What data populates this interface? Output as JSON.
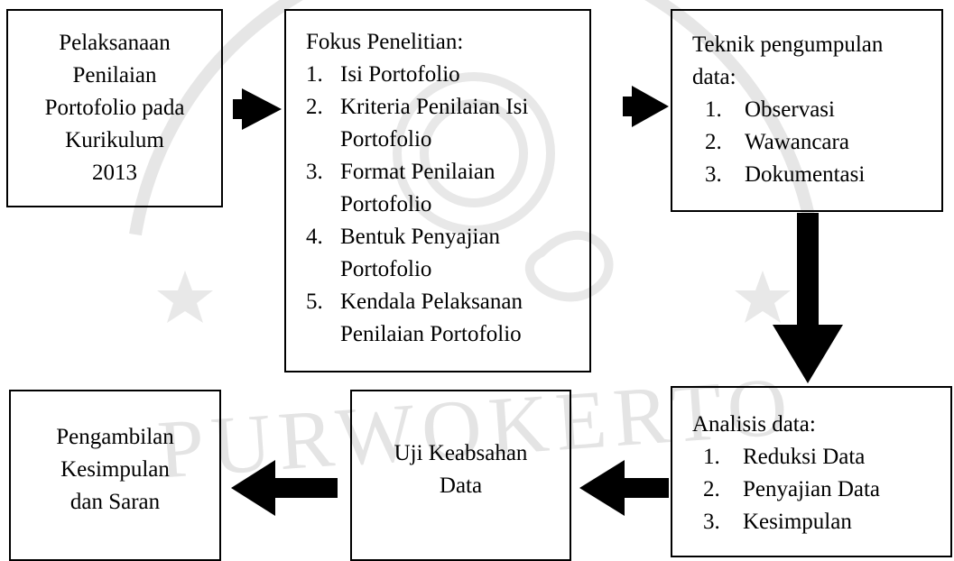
{
  "diagram": {
    "box_start": {
      "lines": [
        "Pelaksanaan",
        "Penilaian",
        "Portofolio pada",
        "Kurikulum",
        "2013"
      ]
    },
    "box_focus": {
      "heading": "Fokus Penelitian:",
      "items": [
        {
          "num": "1.",
          "label": "Isi Portofolio"
        },
        {
          "num": "2.",
          "label": "Kriteria Penilaian Isi Portofolio"
        },
        {
          "num": "3.",
          "label": "Format Penilaian Portofolio"
        },
        {
          "num": "4.",
          "label": "Bentuk Penyajian Portofolio"
        },
        {
          "num": "5.",
          "label": "Kendala Pelaksanan Penilaian Portofolio"
        }
      ]
    },
    "box_technique": {
      "heading": "Teknik pengumpulan data:",
      "items": [
        {
          "num": "1.",
          "label": "Observasi"
        },
        {
          "num": "2.",
          "label": "Wawancara"
        },
        {
          "num": "3.",
          "label": "Dokumentasi"
        }
      ]
    },
    "box_analysis": {
      "heading": "Analisis data:",
      "items": [
        {
          "num": "1.",
          "label": "Reduksi Data"
        },
        {
          "num": "2.",
          "label": "Penyajian Data"
        },
        {
          "num": "3.",
          "label": "Kesimpulan"
        }
      ]
    },
    "box_validity": {
      "lines": [
        "Uji Keabsahan",
        "Data"
      ]
    },
    "box_conclusion": {
      "lines": [
        "Pengambilan",
        "Kesimpulan",
        "dan Saran"
      ]
    }
  },
  "watermark": {
    "text": "PURWOKERTO",
    "color": "#e4e4e4"
  }
}
